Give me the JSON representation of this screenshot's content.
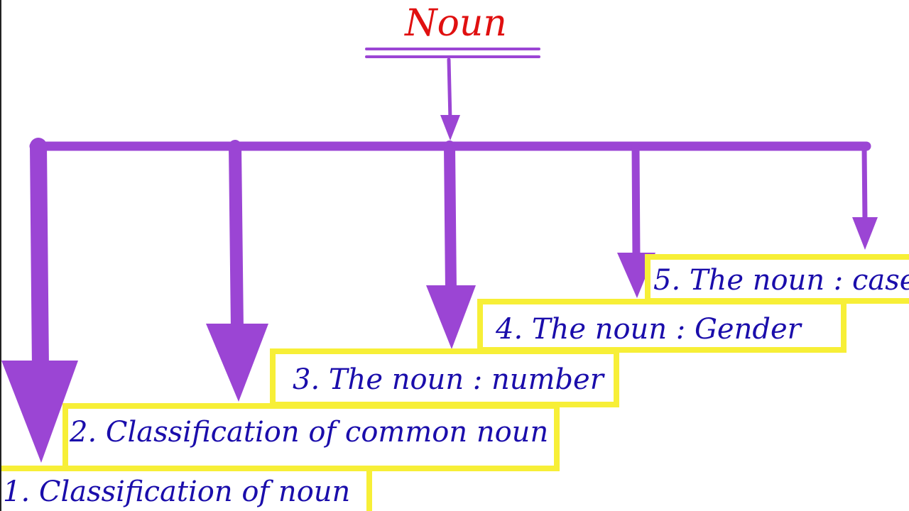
{
  "diagram": {
    "title": "Noun",
    "items": [
      {
        "label": "1. Classification of noun"
      },
      {
        "label": "2. Classification of common noun"
      },
      {
        "label": "3. The noun : number"
      },
      {
        "label": "4. The noun : Gender"
      },
      {
        "label": "5. The noun : case"
      }
    ],
    "colors": {
      "title": "#e01010",
      "lines": "#9b45d4",
      "box_border": "#f7ef37",
      "item_text": "#1a0dab"
    }
  }
}
